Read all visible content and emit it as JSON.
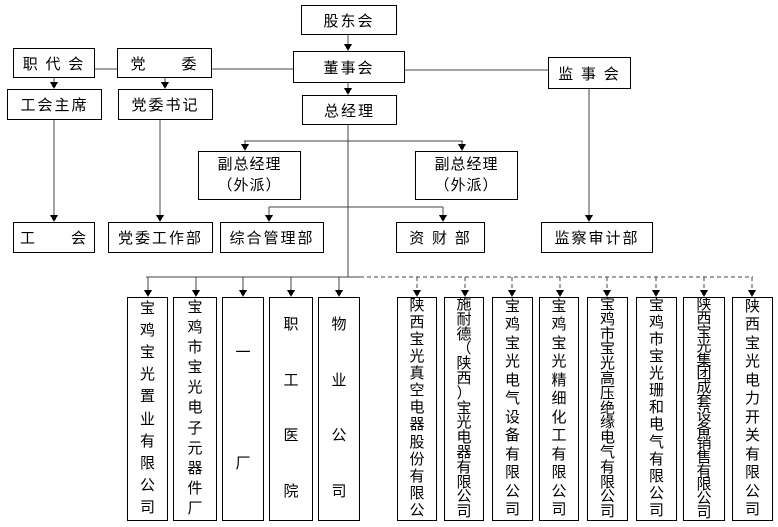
{
  "org_chart": {
    "nodes": {
      "shareholders": "股东会",
      "workers_congress": "职 代 会",
      "party_committee": "党　　委",
      "board_of_directors": "董事会",
      "supervisory_board": "监 事 会",
      "union_chairman": "工会主席",
      "party_secretary": "党委书记",
      "general_manager": "总经理",
      "deputy_gm_left": {
        "line1": "副总经理",
        "line2": "（外派）"
      },
      "deputy_gm_right": {
        "line1": "副总经理",
        "line2": "（外派）"
      },
      "labor_union": "工　　会",
      "party_work_dept": "党委工作部",
      "general_mgmt_dept": "综合管理部",
      "finance_dept": "资 财 部",
      "audit_dept": "监察审计部"
    },
    "subsidiaries": [
      "宝鸡宝光置业有限公司",
      "宝鸡市宝光电子元器件厂",
      "一厂",
      "职工医院",
      "物业公司",
      "陕西宝光真空电器股份有限公",
      "施耐德（陕西）宝光电器有限公司",
      "宝鸡宝光电气设备有限公司",
      "宝鸡宝光精细化工有限公司",
      "宝鸡市宝光高压绝缘电气有限公司",
      "宝鸡市宝光珊和电气有限公司",
      "陕西宝光集团成套设备销售有限公司",
      "陕西宝光电力开关有限公司"
    ]
  }
}
